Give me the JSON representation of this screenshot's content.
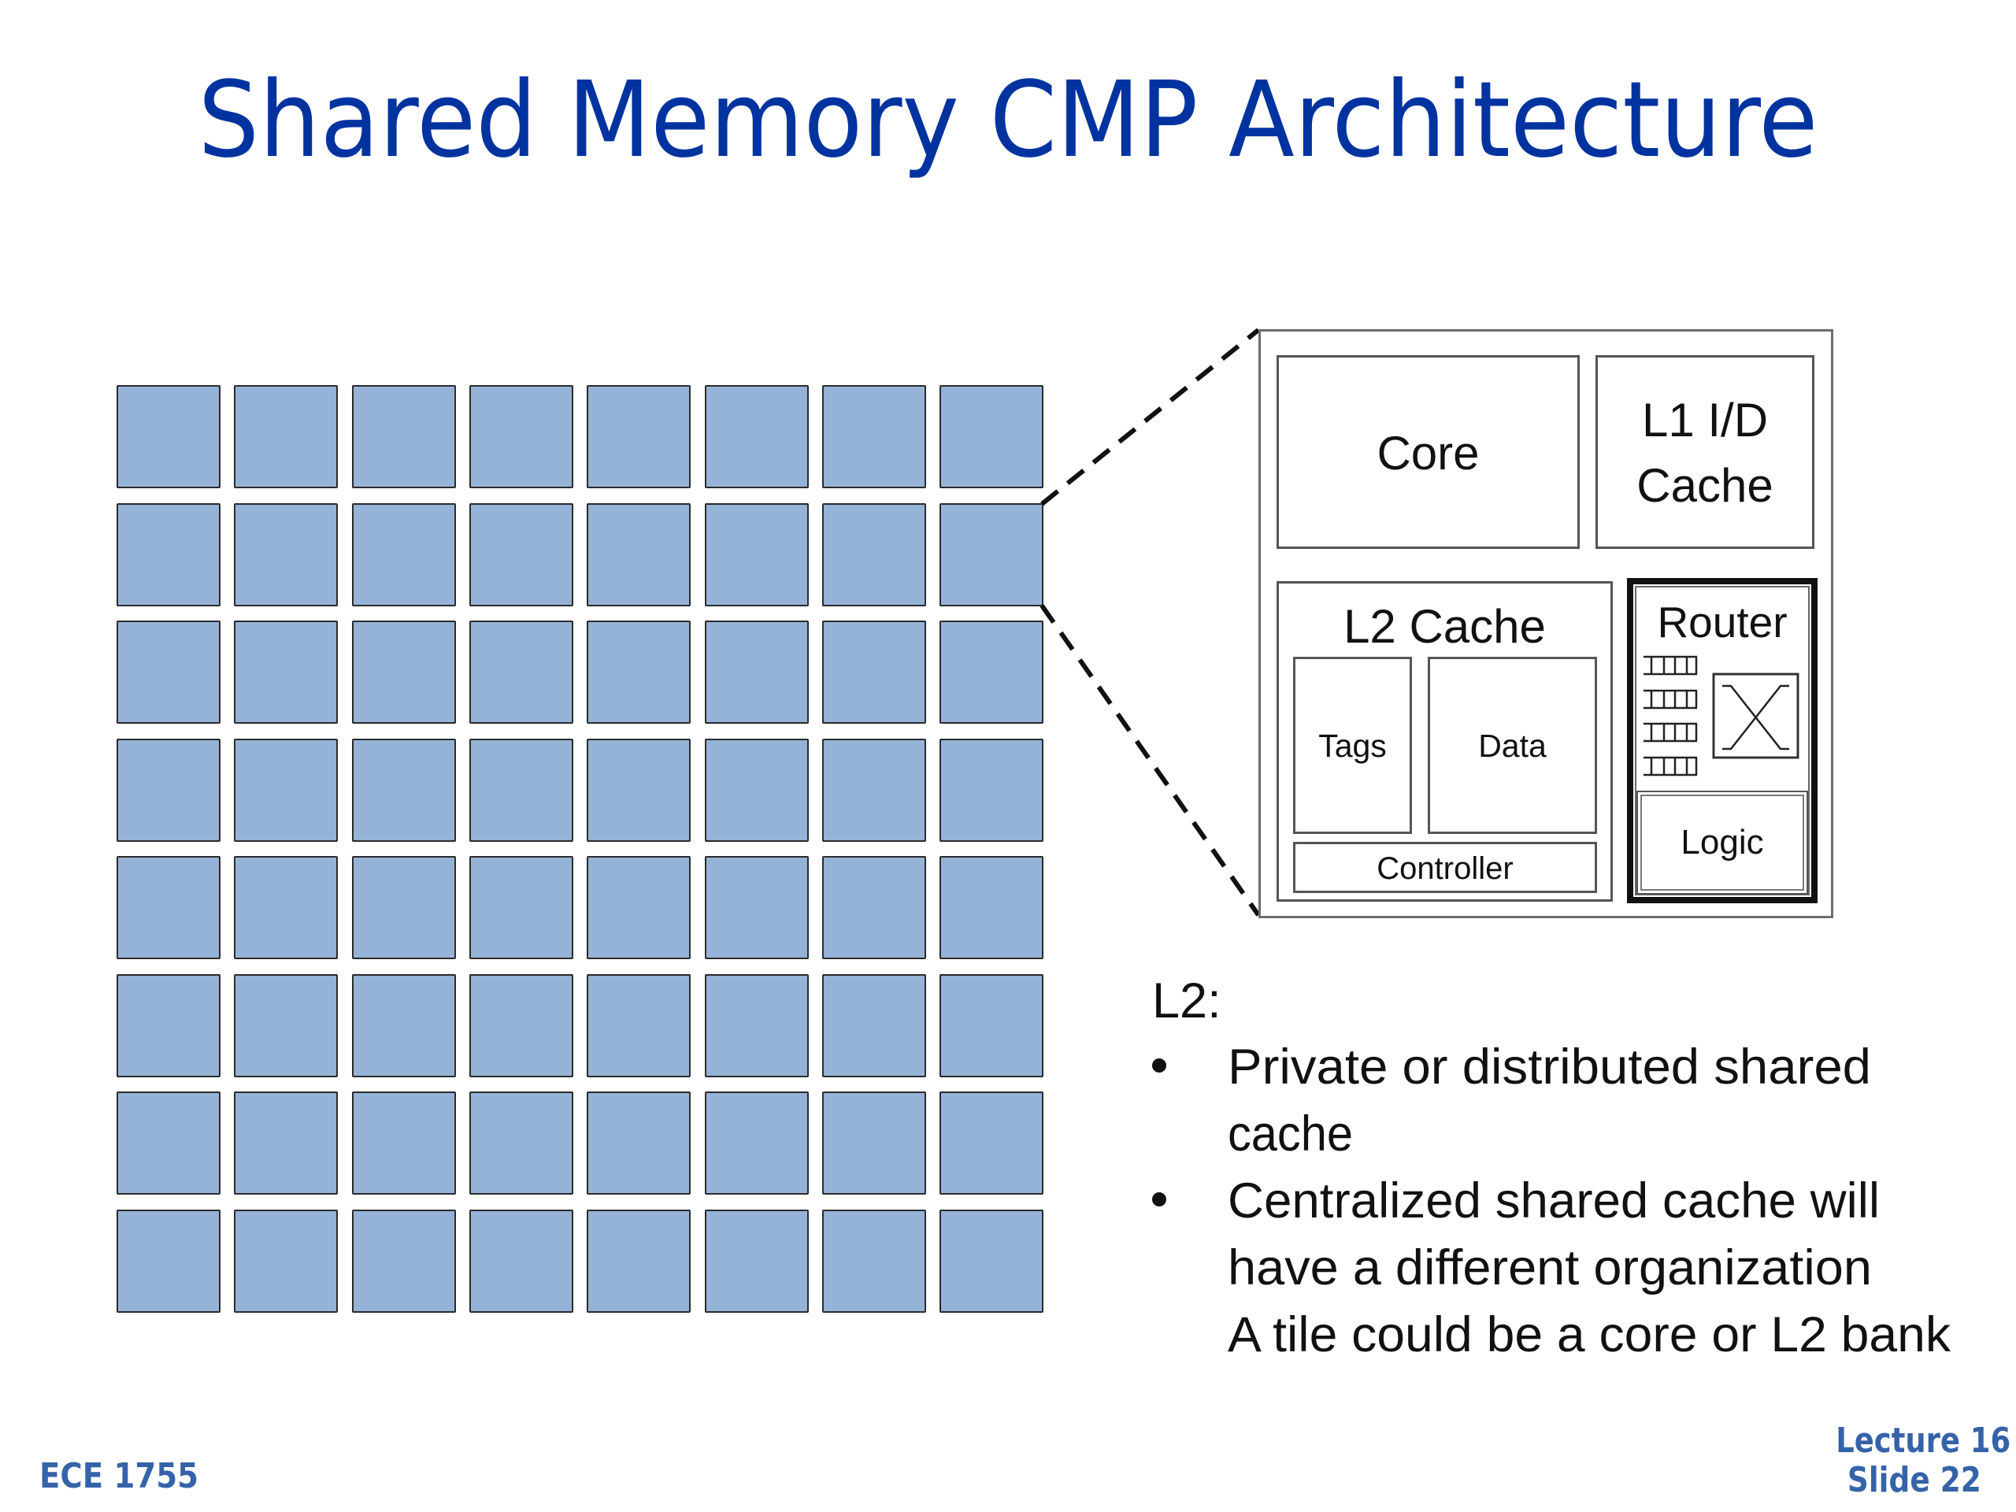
{
  "slide": {
    "title": "Shared Memory CMP Architecture",
    "title_color": "#0033a0"
  },
  "tile_grid": {
    "rows": 8,
    "cols": 8,
    "tile_color": "#95b3d7",
    "zoomed_tile": {
      "row": 2,
      "col": 8
    }
  },
  "tile_detail": {
    "core_label": "Core",
    "l1_label_line1": "L1 I/D",
    "l1_label_line2": "Cache",
    "l2_label": "L2 Cache",
    "tags_label": "Tags",
    "data_label": "Data",
    "controller_label": "Controller",
    "router_label": "Router",
    "logic_label": "Logic",
    "router_buffer_count": 4,
    "buffer_icon": "queue-buffer-icon",
    "crossbar_icon": "crossbar-switch-icon"
  },
  "notes": {
    "heading": "L2:",
    "lines": [
      {
        "bullet": true,
        "text": "Private or distributed shared"
      },
      {
        "bullet": false,
        "text": "cache"
      },
      {
        "bullet": true,
        "text": "Centralized shared cache will"
      },
      {
        "bullet": false,
        "text": "have a different organization"
      },
      {
        "bullet": false,
        "text": "A tile could be a core or L2 bank"
      }
    ]
  },
  "footer": {
    "course": "ECE 1755",
    "lecture": "Lecture 16",
    "slide_number": "Slide 22",
    "color": "#3563a9"
  }
}
